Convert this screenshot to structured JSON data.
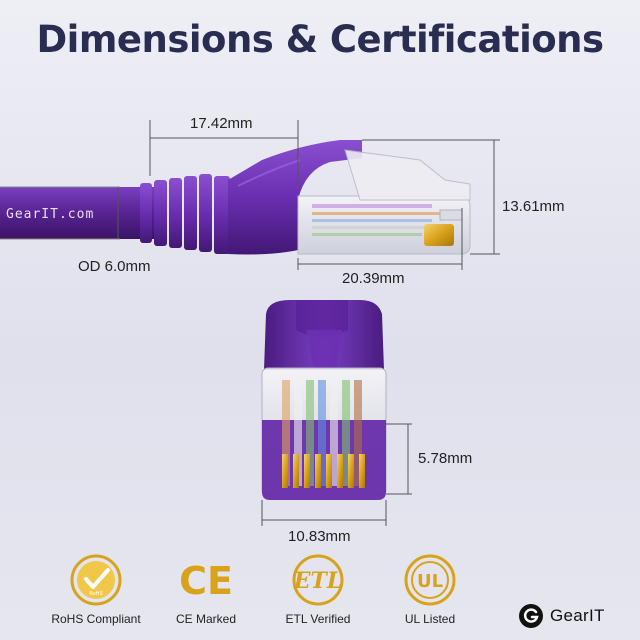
{
  "title": "Dimensions & Certifications",
  "cable_print": "GearIT.com",
  "dimensions": {
    "boot_length": "17.42mm",
    "outer_diameter": "OD 6.0mm",
    "plug_length": "20.39mm",
    "plug_height": "13.61mm",
    "contact_height": "5.78mm",
    "plug_width": "10.83mm"
  },
  "certifications": [
    {
      "label": "RoHS Compliant",
      "icon": "rohs-check-icon",
      "badge_text": "RoHS"
    },
    {
      "label": "CE Marked",
      "icon": "ce-mark-icon",
      "badge_text": "CE"
    },
    {
      "label": "ETL Verified",
      "icon": "etl-icon",
      "badge_text": "ETL"
    },
    {
      "label": "UL Listed",
      "icon": "ul-icon",
      "badge_text": "UL"
    }
  ],
  "brand": {
    "name": "GearIT",
    "icon": "gearit-logo-icon"
  },
  "colors": {
    "cable_purple": "#5b2596",
    "gold": "#d8a21a",
    "title": "#2a2d52"
  }
}
